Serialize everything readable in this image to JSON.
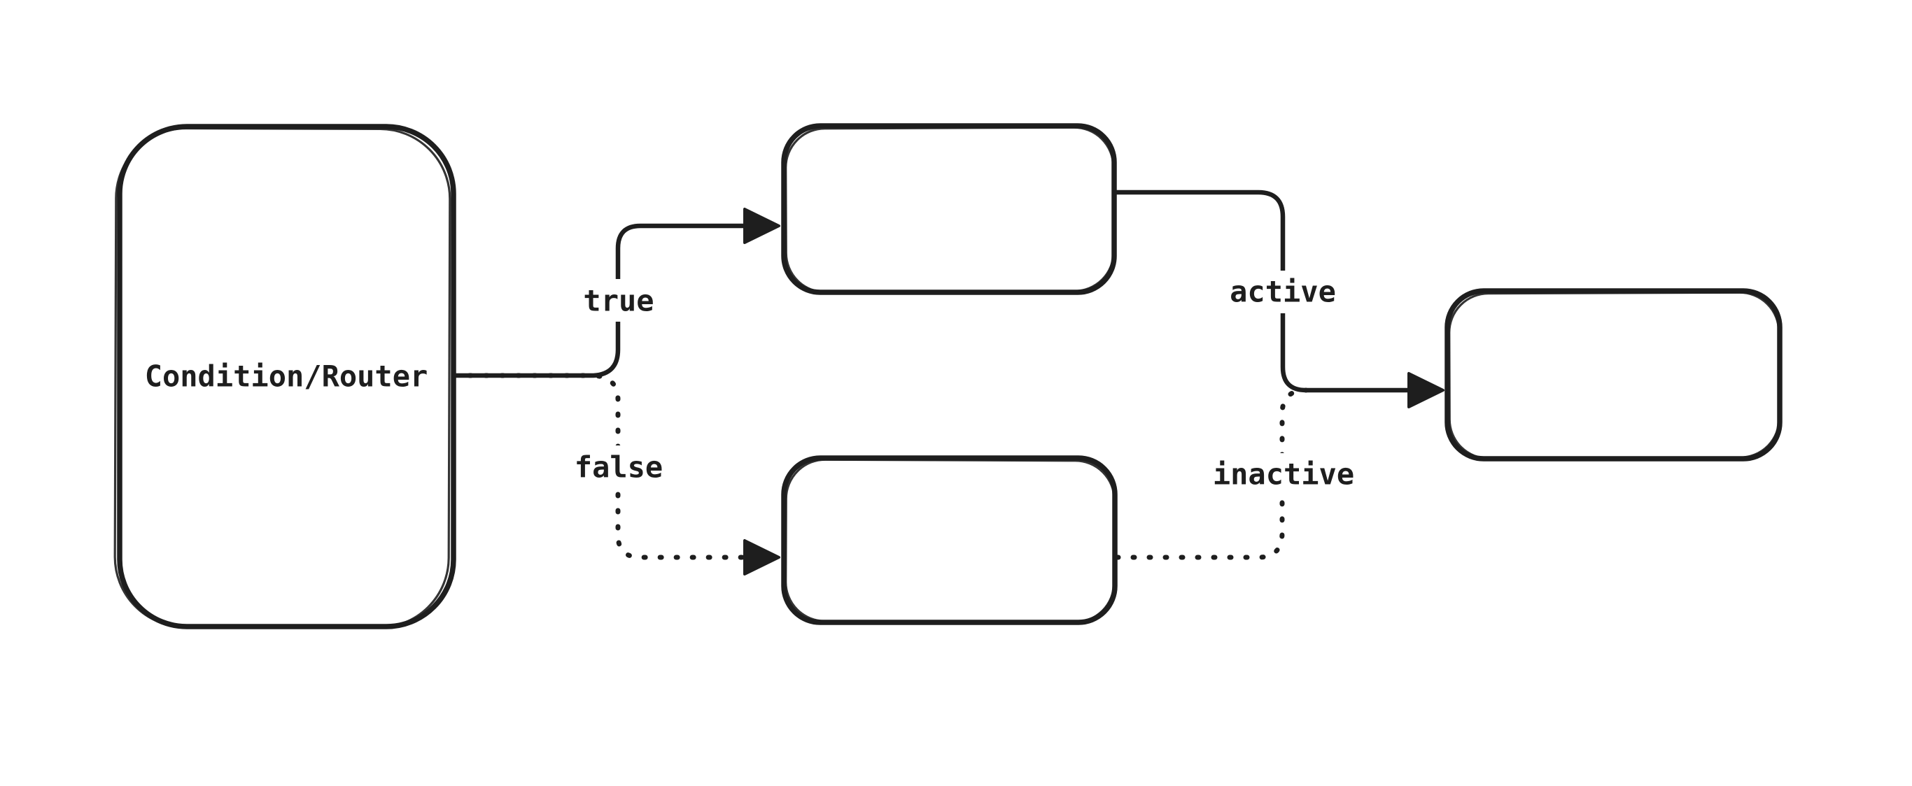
{
  "canvas": {
    "background": "#ffffff",
    "ink": "#1e1e1e"
  },
  "nodes": [
    {
      "id": "condition-router",
      "label": "Condition/Router"
    },
    {
      "id": "true-branch",
      "label": ""
    },
    {
      "id": "false-branch",
      "label": ""
    },
    {
      "id": "output",
      "label": ""
    }
  ],
  "edges": [
    {
      "id": "true",
      "label": "true",
      "style": "solid",
      "from": "condition-router",
      "to": "true-branch"
    },
    {
      "id": "false",
      "label": "false",
      "style": "dotted",
      "from": "condition-router",
      "to": "false-branch"
    },
    {
      "id": "active",
      "label": "active",
      "style": "solid",
      "from": "true-branch",
      "to": "output"
    },
    {
      "id": "inactive",
      "label": "inactive",
      "style": "dotted",
      "from": "false-branch",
      "to": "output"
    }
  ]
}
